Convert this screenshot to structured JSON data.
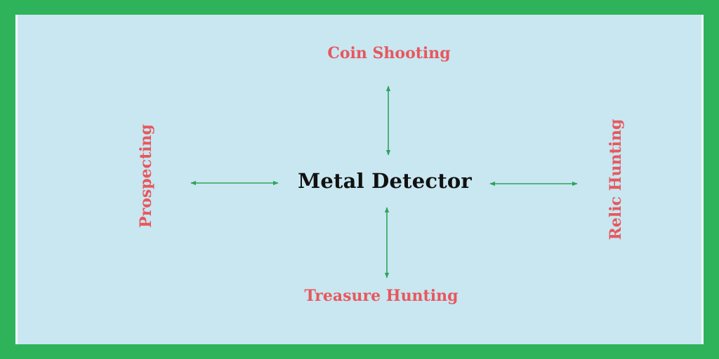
{
  "colors": {
    "frame": "#2fb35a",
    "panel": "#c8e7f1",
    "center_text": "#111111",
    "node_text": "#e8575d",
    "arrow": "#2fa35a"
  },
  "diagram": {
    "center": "Metal Detector",
    "top": "Coin Shooting",
    "bottom": "Treasure Hunting",
    "left": "Prospecting",
    "right": "Relic Hunting"
  }
}
